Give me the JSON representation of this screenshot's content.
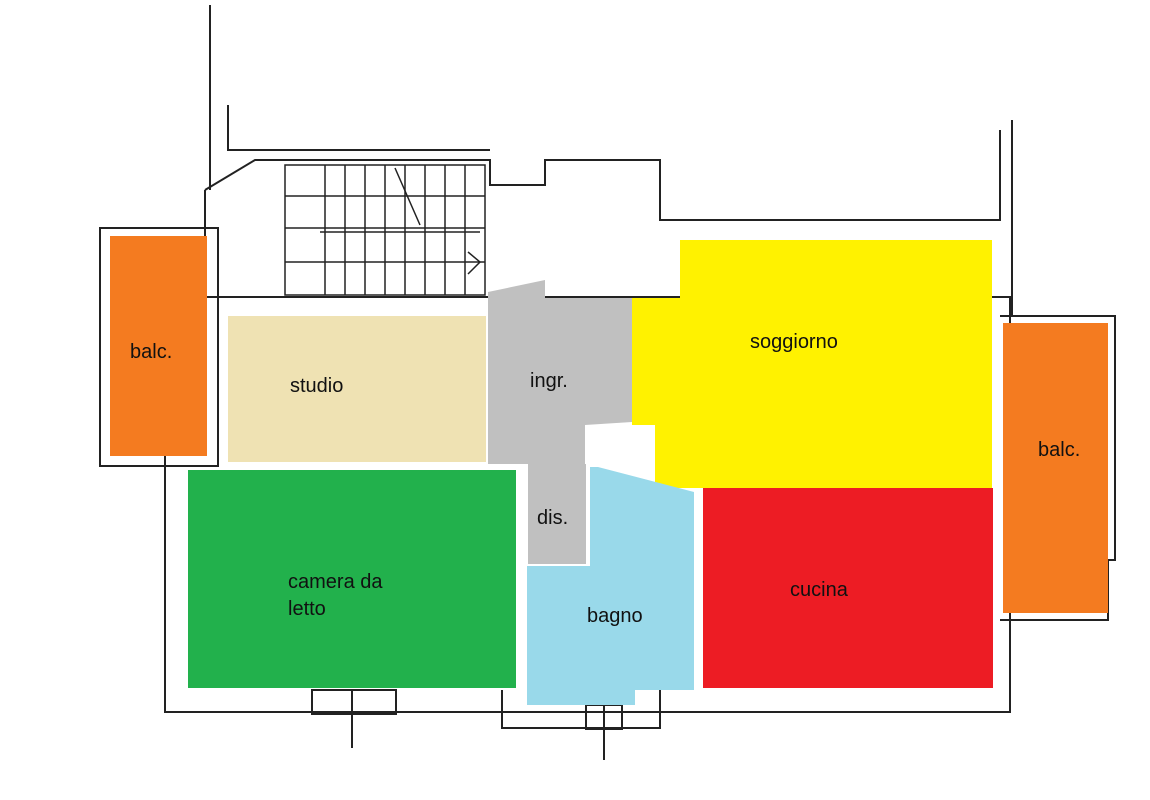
{
  "colors": {
    "balcony": "#f47b20",
    "studio": "#efe2b3",
    "hall": "#c0c0c0",
    "living": "#fff200",
    "bedroom": "#22b14c",
    "bathroom": "#99d9ea",
    "kitchen": "#ed1c24",
    "wall": "#222222",
    "background": "#ffffff"
  },
  "rooms": {
    "balcony_left": "balc.",
    "studio": "studio",
    "entrance": "ingr.",
    "living_room": "soggiorno",
    "balcony_right": "balc.",
    "hallway": "dis.",
    "bedroom_line1": "camera da",
    "bedroom_line2": "letto",
    "bathroom": "bagno",
    "kitchen": "cucina"
  }
}
